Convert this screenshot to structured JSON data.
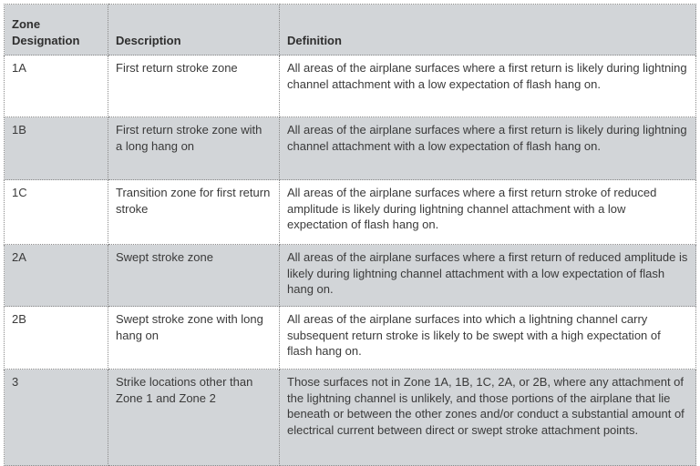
{
  "table": {
    "headers": {
      "zone": "Zone Designation",
      "description": "Description",
      "definition": "Definition"
    },
    "rows": [
      {
        "zone": "1A",
        "description": "First return stroke zone",
        "definition": "All areas of the airplane surfaces where a first return is likely during lightning channel attachment with a low expectation of flash hang on."
      },
      {
        "zone": "1B",
        "description": "First return stroke zone with a long hang on",
        "definition": "All areas of the airplane surfaces where a first return is likely during lightning channel attachment with a low expectation of flash hang on."
      },
      {
        "zone": "1C",
        "description": "Transition zone for first return stroke",
        "definition": "All areas of the airplane surfaces where a first return stroke of reduced amplitude is likely during lightning channel attachment with a low expectation of flash hang on."
      },
      {
        "zone": "2A",
        "description": "Swept stroke zone",
        "definition": "All areas of the airplane surfaces where a first return of reduced amplitude is likely during lightning channel attachment with a low expectation of flash hang on."
      },
      {
        "zone": "2B",
        "description": "Swept stroke zone with long hang on",
        "definition": "All areas of the airplane surfaces into which a lightning channel carry subsequent return stroke is likely to be swept with a high expectation of flash hang on."
      },
      {
        "zone": "3",
        "description": "Strike locations other than Zone 1 and Zone 2",
        "definition": "Those surfaces not in Zone 1A, 1B, 1C, 2A, or 2B, where any attachment of the lightning channel is unlikely, and those portions of the airplane that lie beneath or between the other zones and/or conduct a substantial amount of electrical current between direct or swept stroke attachment points."
      }
    ]
  },
  "colors": {
    "header_bg": "#d2d5d8",
    "shaded_row_bg": "#d2d5d8",
    "plain_row_bg": "#ffffff",
    "border": "#8a8a8a",
    "text": "#3a3a3a"
  }
}
